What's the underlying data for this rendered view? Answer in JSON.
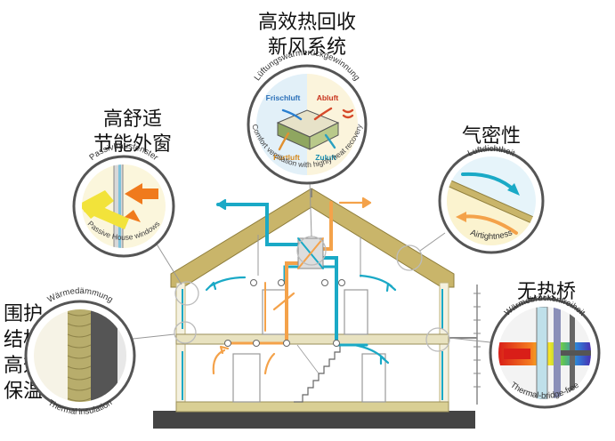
{
  "labels": {
    "heat_recovery_line1": "高效热回收",
    "heat_recovery_line2": "新风系统",
    "windows_line1": "高舒适",
    "windows_line2": "节能外窗",
    "airtightness": "气密性",
    "thermal_bridge": "无热桥",
    "envelope_line1": "围护",
    "envelope_line2": "结构",
    "envelope_line3": "高效",
    "envelope_line4": "保温"
  },
  "callouts": {
    "ventilation": {
      "arc_top": "Lüftungswärmerückgewinnung",
      "arc_bottom": "Comfort ventilation with highly heat recovery",
      "frischluft": "Frischluft",
      "abluft": "Abluft",
      "fortluft": "Fortluft",
      "zuluft": "Zuluft"
    },
    "windows": {
      "arc_top": "Passivhausfenster",
      "arc_bottom": "Passive House windows"
    },
    "airtightness": {
      "arc_top": "Luftdichtheit",
      "arc_bottom": "Airtightness"
    },
    "thermal_bridge": {
      "arc_top": "Wärmebrückenfreiheit",
      "arc_bottom": "Thermal-bridge-free"
    },
    "insulation": {
      "arc_top": "Wärmedämmung",
      "arc_bottom": "Thermal insulation"
    }
  },
  "colors": {
    "fresh_air": "#1aa9c6",
    "exhaust_air": "#f4a24a",
    "roof": "#c9b56a",
    "wall_fill": "#f4f1e0",
    "ground": "#444444"
  }
}
